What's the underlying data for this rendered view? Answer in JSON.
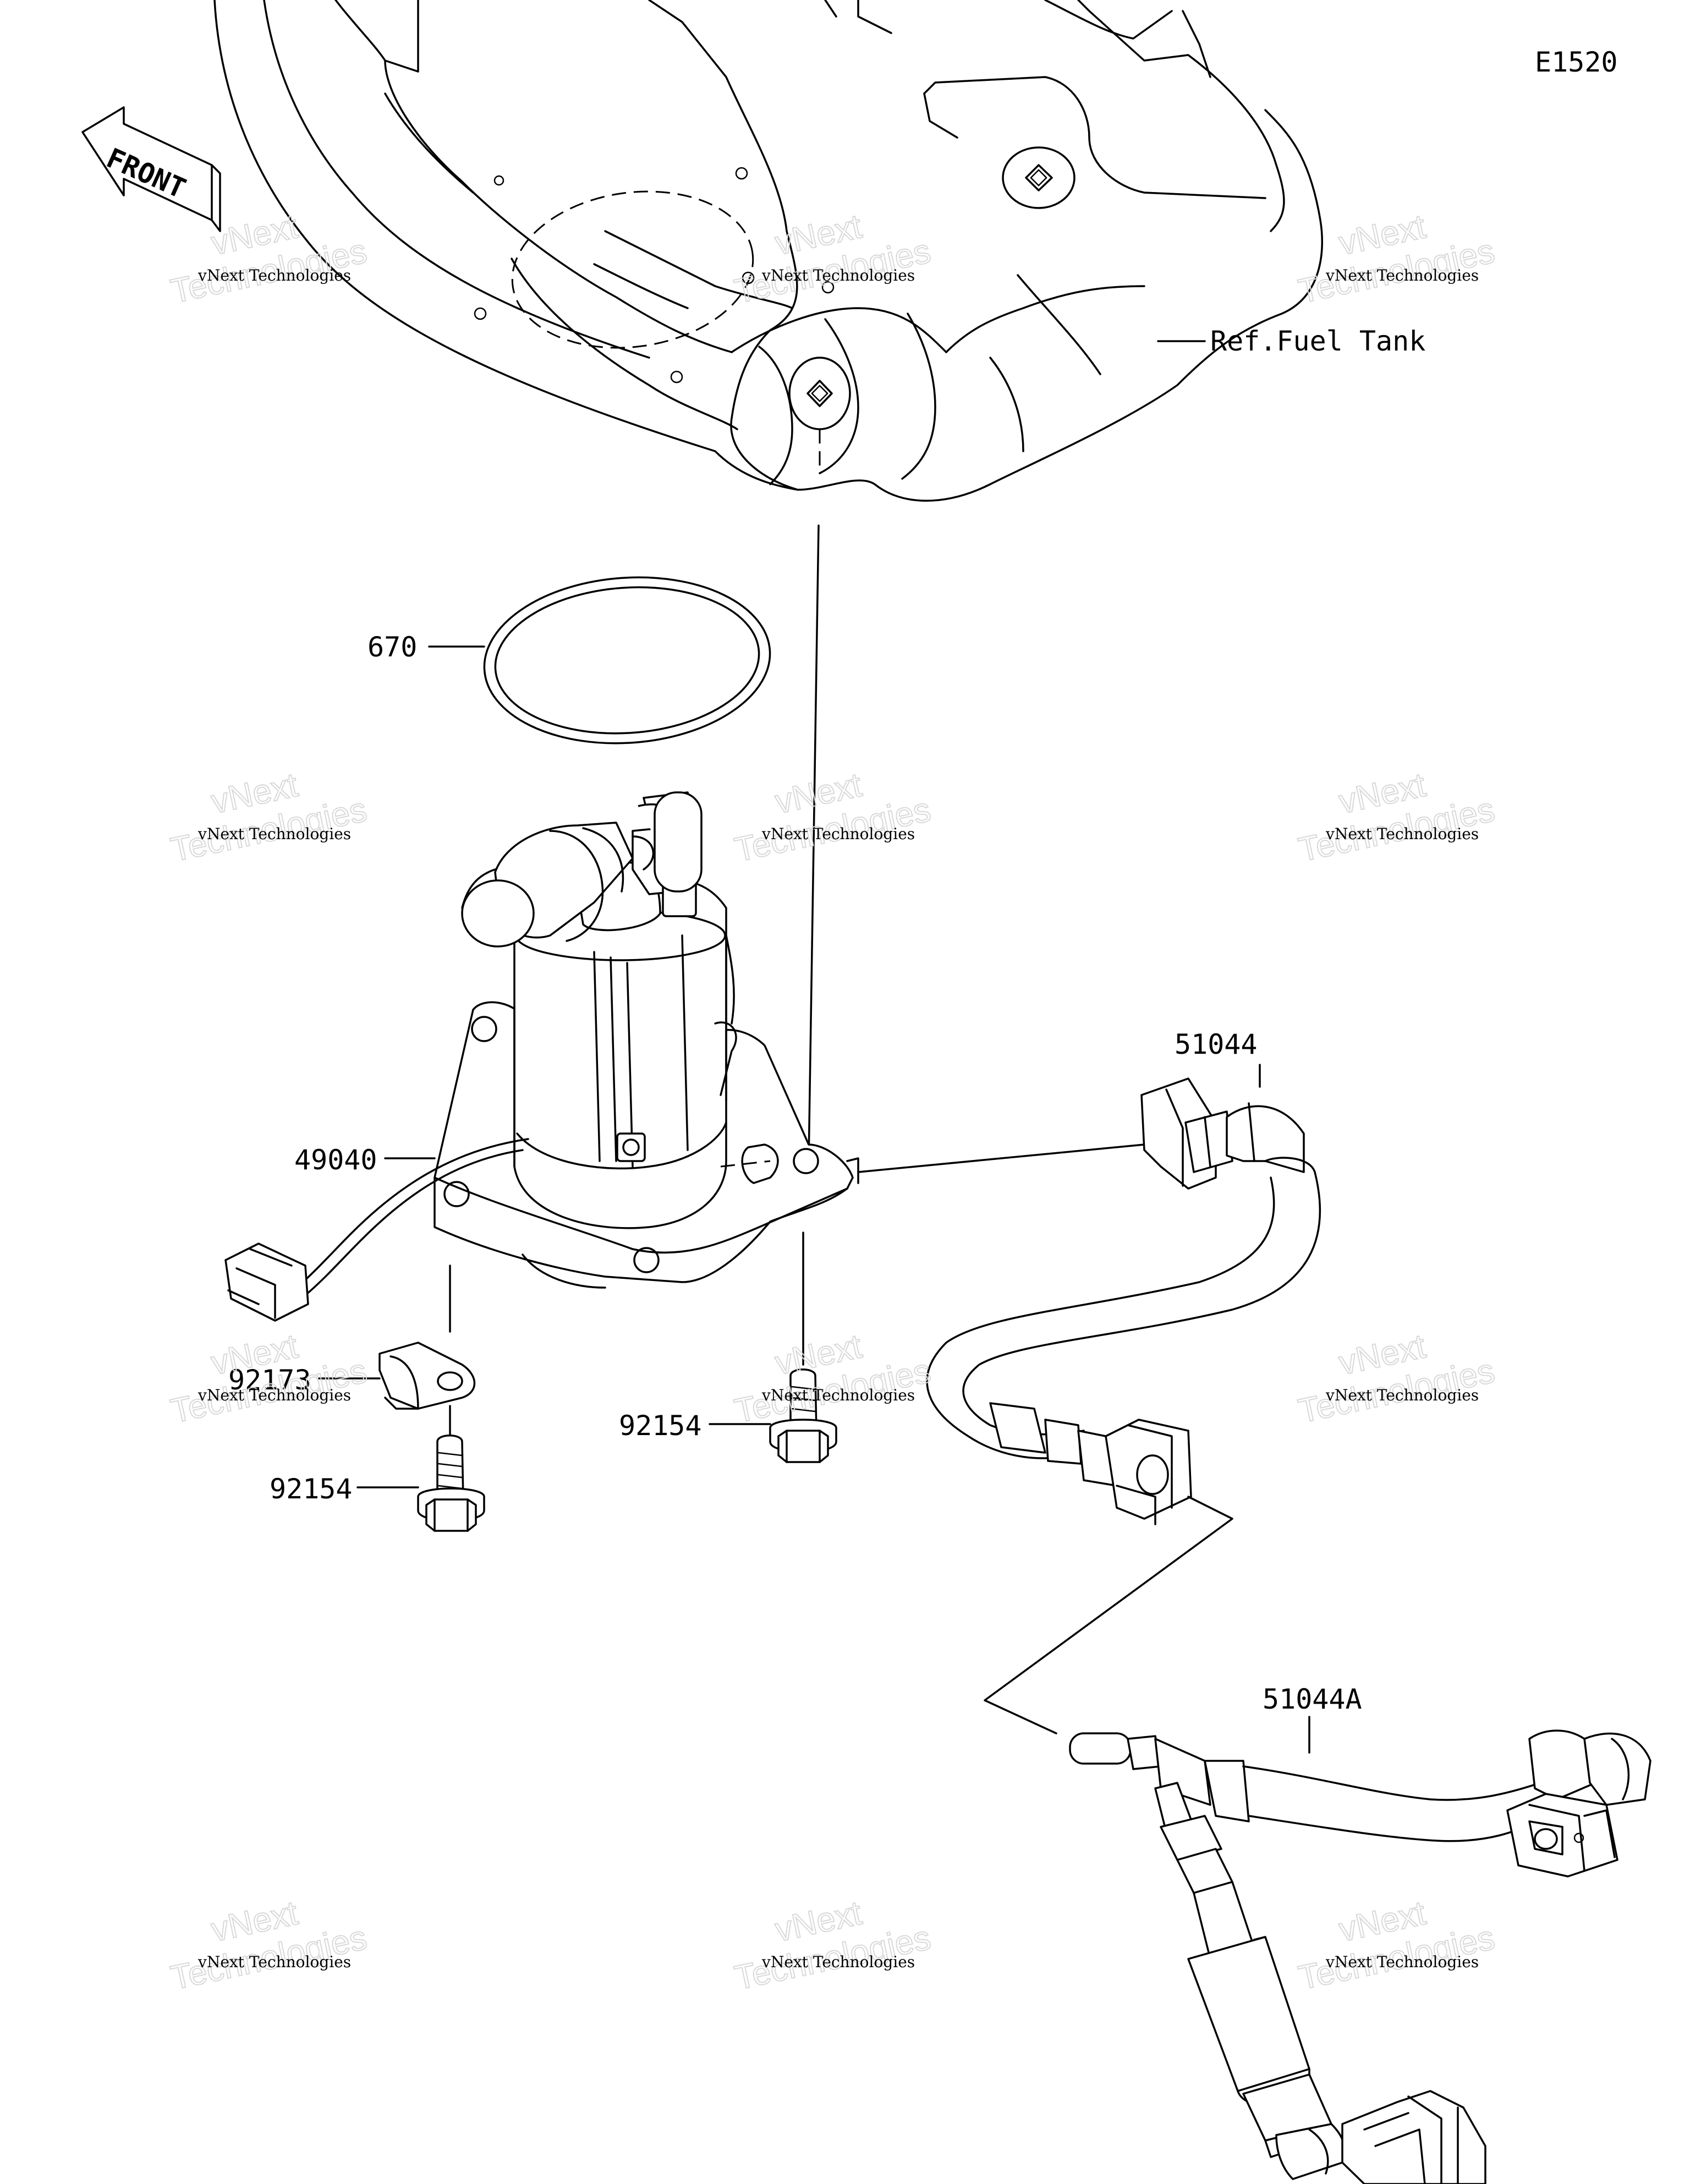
{
  "diagram_code": "E1520",
  "front_label": "FRONT",
  "ref_label": "Ref.Fuel Tank",
  "parts": {
    "o_ring": "670",
    "fuel_pump": "49040",
    "hose_upper": "51044",
    "hose_lower": "51044A",
    "clamp": "92173",
    "bolt_left": "92154",
    "bolt_center": "92154"
  },
  "watermark": {
    "line1": "vNext Technologies",
    "big1": "vNext",
    "big2": "Technologies"
  }
}
